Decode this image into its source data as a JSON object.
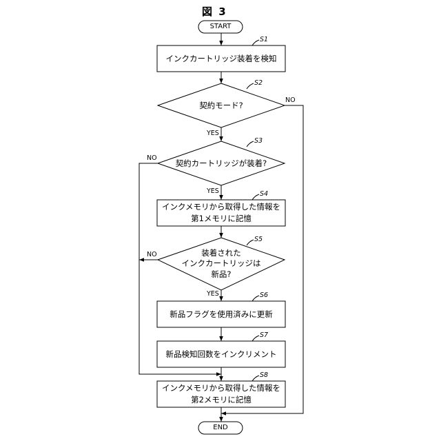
{
  "figure_title": "図 3",
  "terminals": {
    "start": "START",
    "end": "END"
  },
  "steps": {
    "s1": {
      "id": "S1",
      "text": "インクカートリッジ装着を検知"
    },
    "s2": {
      "id": "S2",
      "text": "契約モード?"
    },
    "s3": {
      "id": "S3",
      "text": "契約カートリッジが装着?"
    },
    "s4": {
      "id": "S4",
      "text": "インクメモリから取得した情報を\n第1メモリに記憶"
    },
    "s5": {
      "id": "S5",
      "text": "装着された\nインクカートリッジは\n新品?"
    },
    "s6": {
      "id": "S6",
      "text": "新品フラグを使用済みに更新"
    },
    "s7": {
      "id": "S7",
      "text": "新品検知回数をインクリメント"
    },
    "s8": {
      "id": "S8",
      "text": "インクメモリから取得した情報を\n第2メモリに記憶"
    }
  },
  "branch_labels": {
    "yes": "YES",
    "no": "NO"
  }
}
